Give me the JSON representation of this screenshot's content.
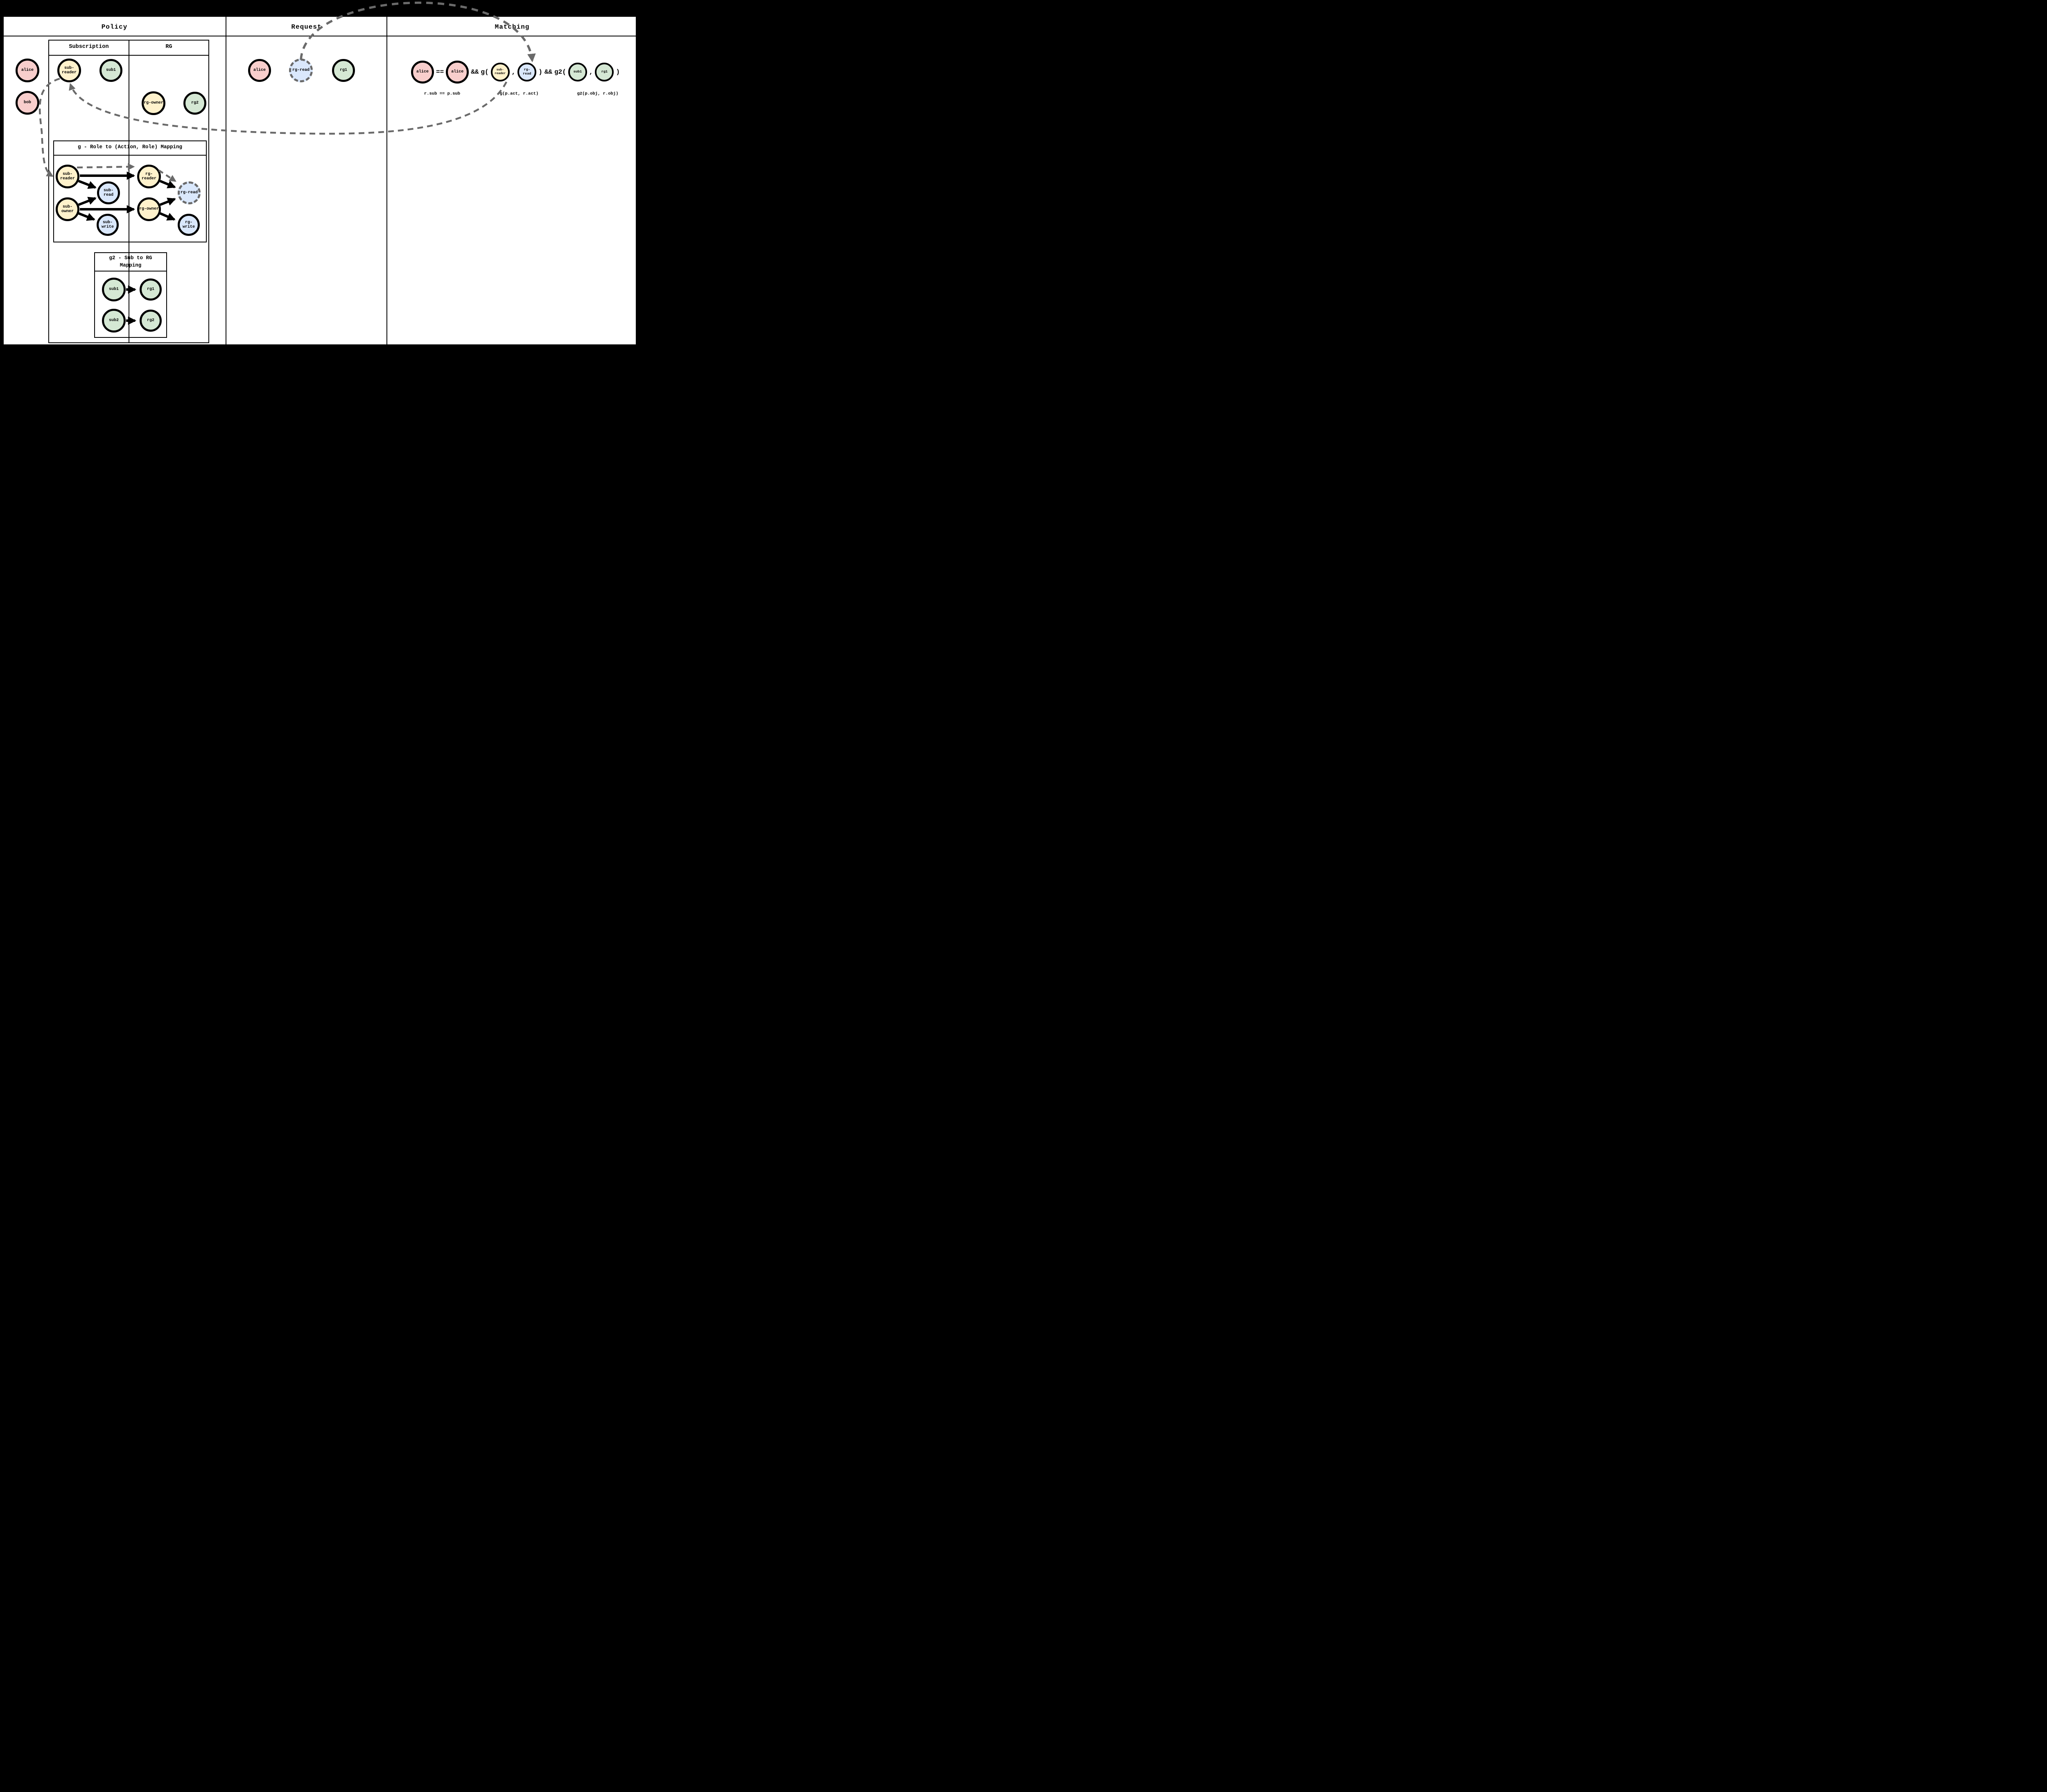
{
  "header": {
    "policy": "Policy",
    "request": "Request",
    "matching": "Matching"
  },
  "policy": {
    "table_headers": {
      "subscription": "Subscription",
      "rg": "RG"
    },
    "nodes": {
      "alice": "alice",
      "bob": "bob",
      "sub_reader": "sub-\nreader",
      "sub1": "sub1",
      "rg_owner": "rg-owner",
      "rg2": "rg2"
    },
    "g_box": {
      "title": "g - Role to (Action, Role) Mapping",
      "nodes": {
        "sub_reader": "sub-\nreader",
        "sub_owner": "sub-\nowner",
        "sub_read": "sub-read",
        "sub_write": "sub-\nwrite",
        "rg_reader": "rg-\nreader",
        "rg_owner": "rg-owner",
        "rg_read": "rg-read",
        "rg_write": "rg-write"
      }
    },
    "g2_box": {
      "title": "g2 - Sub to RG\nMapping",
      "nodes": {
        "sub1": "sub1",
        "rg1": "rg1",
        "sub2": "sub2",
        "rg2": "rg2"
      }
    }
  },
  "request": {
    "nodes": {
      "alice": "alice",
      "rg_read": "rg-read",
      "rg1": "rg1"
    }
  },
  "matching": {
    "tokens": {
      "eq": "==",
      "and1": "&&",
      "g_open": "g(",
      "comma1": ",",
      "close1": ")",
      "and2": "&&",
      "g2_open": "g2(",
      "comma2": ",",
      "close2": ")"
    },
    "nodes": {
      "alice1": "alice",
      "alice2": "alice",
      "sub_reader": "sub-\nreader",
      "rg_read": "rg-\nread",
      "sub1": "sub1",
      "rg1": "rg1"
    },
    "labels": {
      "sub": "r.sub == p.sub",
      "act": "g(p.act, r.act)",
      "obj": "g2(p.obj, r.obj)"
    }
  },
  "colors": {
    "pink": "#f8cecc",
    "yellow": "#fff2cc",
    "green": "#d5e8d4",
    "blue": "#dae8fc",
    "dash_gray": "#6a6a6a",
    "frame": "#000000"
  }
}
